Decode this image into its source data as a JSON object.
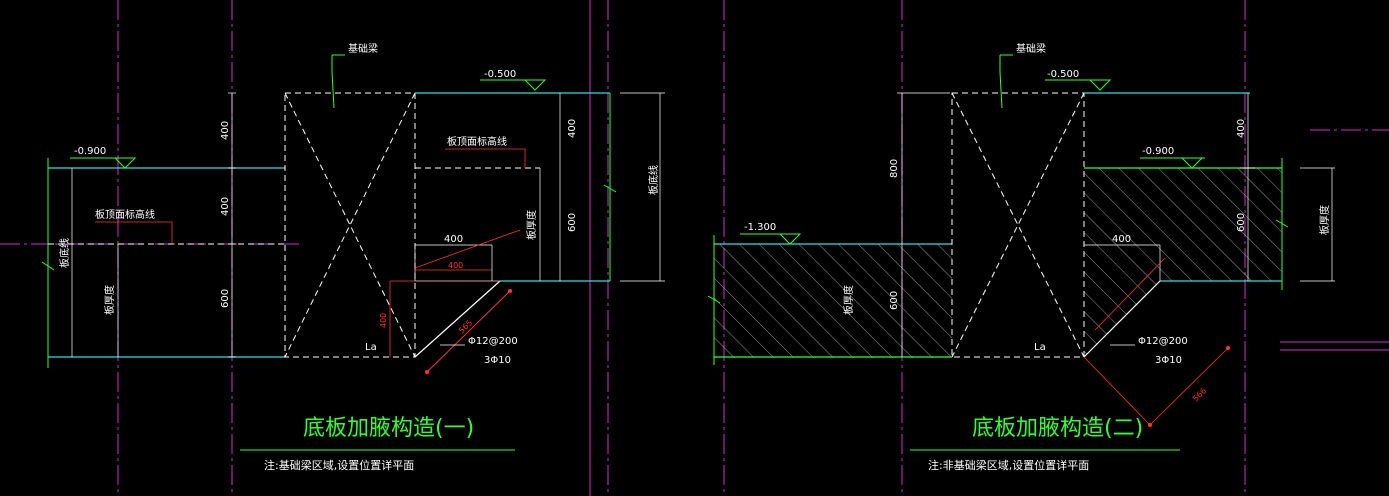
{
  "colors": {
    "background": "#000000",
    "green": "#33ff33",
    "cyan": "#33dddd",
    "white": "#ffffff",
    "magenta": "#cc33cc",
    "red": "#ff3333",
    "yellow": "#ffff00",
    "orange": "#ff8800"
  },
  "detail1": {
    "title": "底板加腋构造(一)",
    "note": "注:基础梁区域,设置位置详平面",
    "elev_top": "-0.500",
    "elev_left": "-0.900",
    "beam_label": "基础梁",
    "line_label_right": "板顶面标高线",
    "line_label_left": "板顶面标高线",
    "slab_label_left": "板底线",
    "slab_label_right": "板底线",
    "slab_thick_left": "板厚度",
    "slab_thick_right": "板厚度",
    "dim_400_a": "400",
    "dim_400_b": "400",
    "dim_600_a": "600",
    "dim_400_c": "400",
    "dim_600_b": "600",
    "dim_400_h": "400",
    "dim_400_small": "400",
    "dim_400_red": "400",
    "dim_565": "565",
    "la": "La",
    "rebar1": "Φ12@200",
    "rebar2": "3Φ10"
  },
  "detail2": {
    "title": "底板加腋构造(二)",
    "note": "注:非基础梁区域,设置位置详平面",
    "elev_top": "-0.500",
    "elev_right": "-0.900",
    "elev_left": "-1.300",
    "beam_label": "基础梁",
    "slab_thick_left": "板厚度",
    "slab_thick_right": "板厚度",
    "dim_800": "800",
    "dim_600_a": "600",
    "dim_400_a": "400",
    "dim_600_b": "600",
    "dim_400_h": "400",
    "dim_566": "566",
    "la": "La",
    "rebar1": "Φ12@200",
    "rebar2": "3Φ10"
  }
}
